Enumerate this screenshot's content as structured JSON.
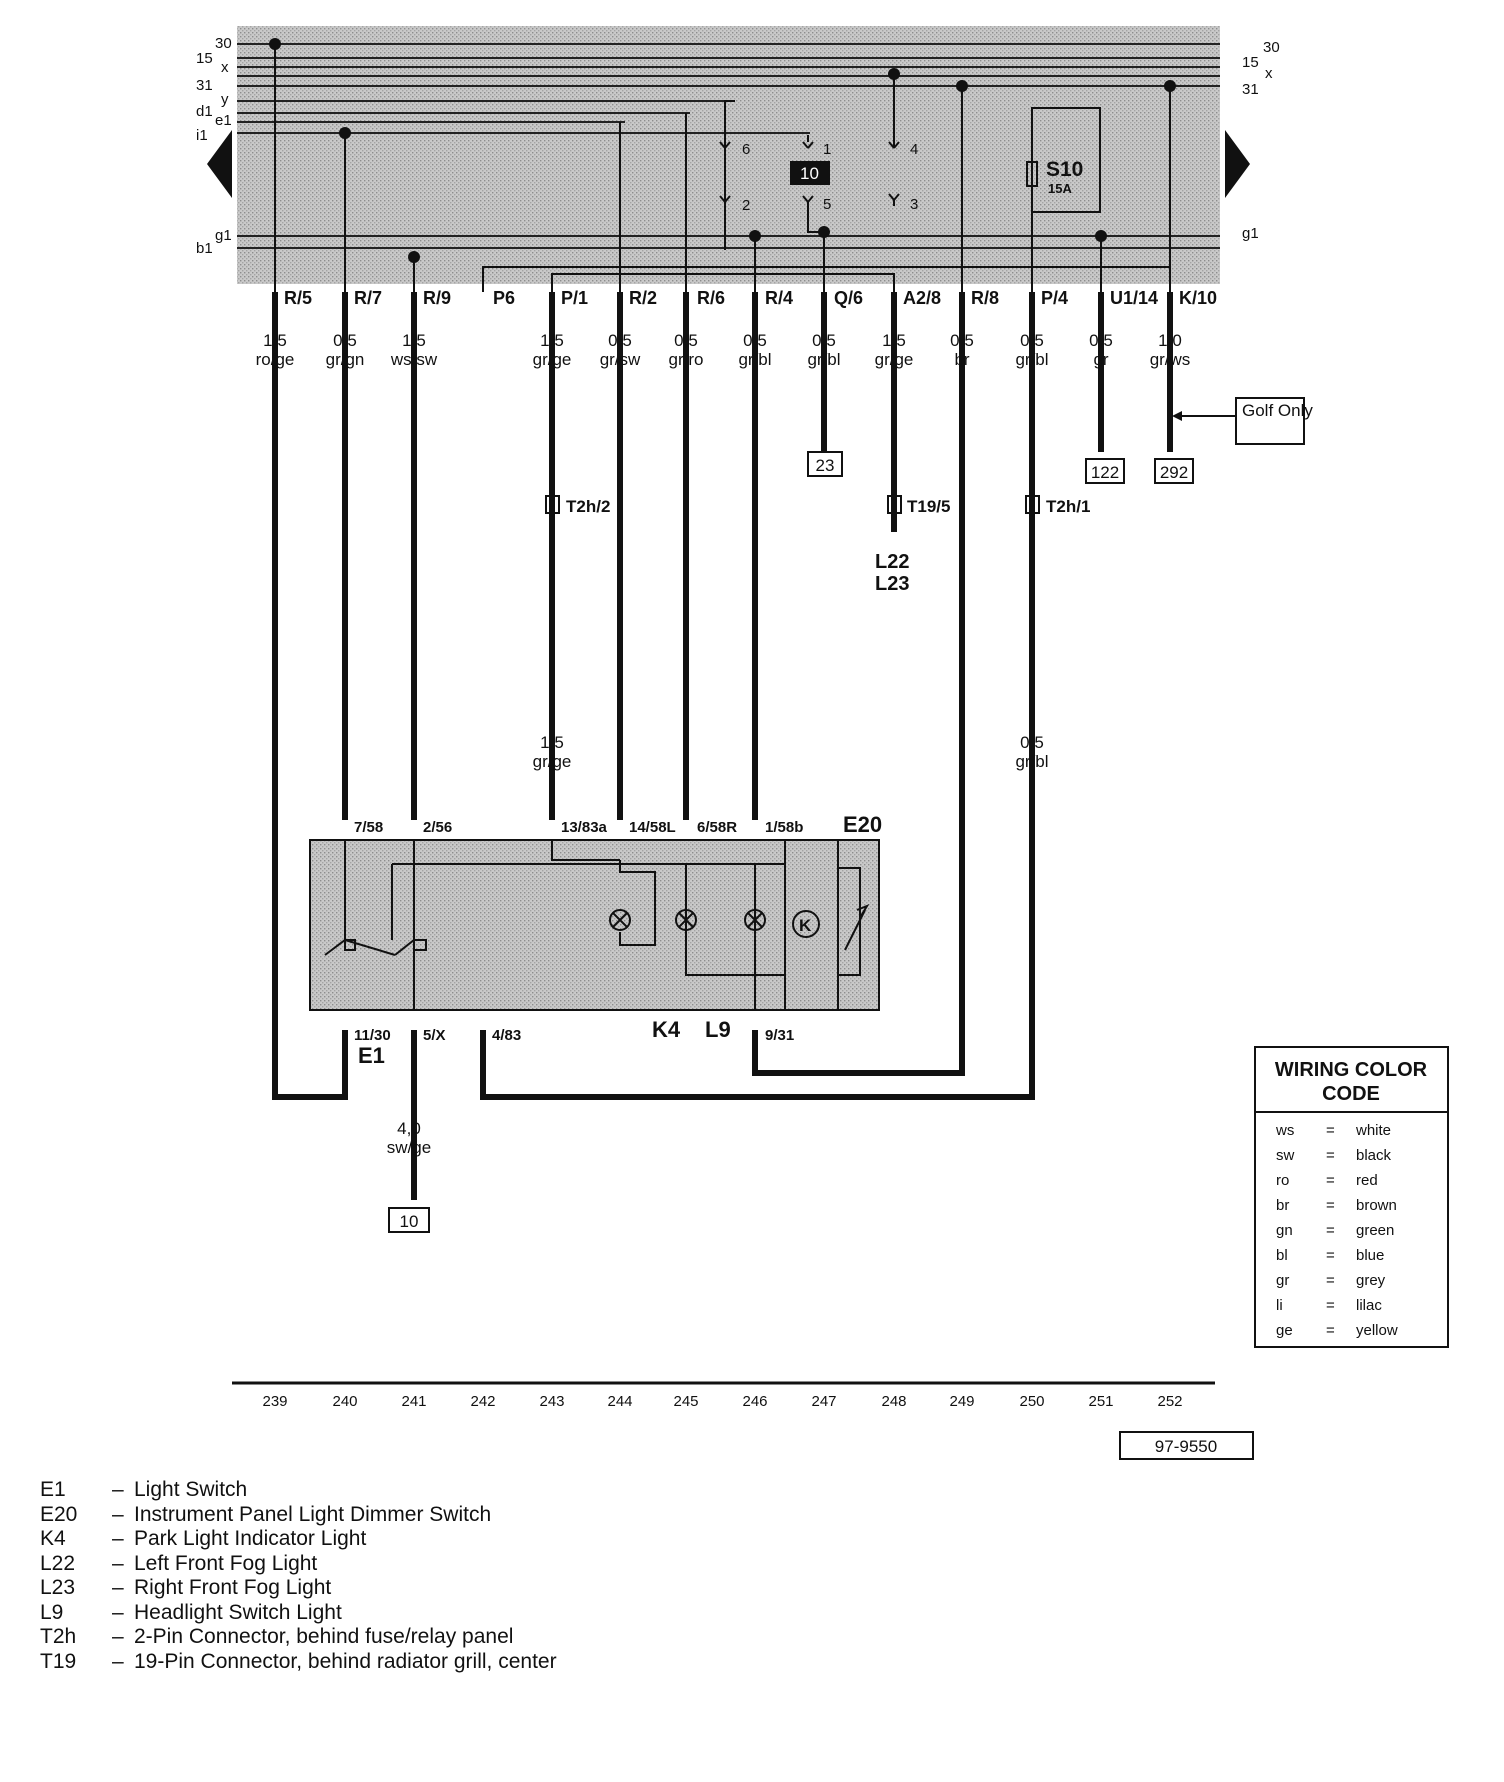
{
  "bus_labels": {
    "left": [
      "30",
      "15",
      "x",
      "31",
      "y",
      "d1",
      "e1",
      "i1",
      "g1",
      "b1"
    ],
    "right": [
      "30",
      "15",
      "x",
      "31",
      "g1"
    ]
  },
  "relay_pins": [
    "6",
    "1",
    "4",
    "2",
    "5",
    "3"
  ],
  "relay_number": "10",
  "fuse": {
    "name": "S10",
    "rating": "15A"
  },
  "terminal_labels": [
    "R/5",
    "R/7",
    "R/9",
    "P6",
    "P/1",
    "R/2",
    "R/6",
    "R/4",
    "Q/6",
    "A2/8",
    "R/8",
    "P/4",
    "U1/14",
    "K/10"
  ],
  "wire_specs": [
    {
      "size": "1,5",
      "color": "ro/ge"
    },
    {
      "size": "0,5",
      "color": "gr/gn"
    },
    {
      "size": "1,5",
      "color": "ws/sw"
    },
    {
      "size": "1,5",
      "color": "gr/ge"
    },
    {
      "size": "0,5",
      "color": "gr/sw"
    },
    {
      "size": "0,5",
      "color": "gr/ro"
    },
    {
      "size": "0,5",
      "color": "gr/bl"
    },
    {
      "size": "0,5",
      "color": "gr/bl"
    },
    {
      "size": "1,5",
      "color": "gr/ge"
    },
    {
      "size": "0,5",
      "color": "br"
    },
    {
      "size": "0,5",
      "color": "gr/bl"
    },
    {
      "size": "0,5",
      "color": "gr"
    },
    {
      "size": "1,0",
      "color": "gr/ws"
    }
  ],
  "ref_boxes": [
    "23",
    "122",
    "292",
    "10"
  ],
  "golf_note": "Golf Only",
  "connectors": [
    "T2h/2",
    "T19/5",
    "T2h/1"
  ],
  "fog_lights": [
    "L22",
    "L23"
  ],
  "mid_specs": [
    {
      "size": "1,5",
      "color": "gr/ge"
    },
    {
      "size": "0,5",
      "color": "gr/bl"
    }
  ],
  "e20": {
    "name": "E20",
    "top_pins": [
      "7/58",
      "2/56",
      "13/83a",
      "14/58L",
      "6/58R",
      "1/58b"
    ],
    "bottom_pins": [
      "11/30",
      "5/X",
      "4/83",
      "9/31"
    ],
    "inner_labels": [
      "K4",
      "L9"
    ],
    "e1_label": "E1"
  },
  "bottom_wire_spec": {
    "size": "4,0",
    "color": "sw/ge"
  },
  "color_code": {
    "title": "WIRING COLOR CODE",
    "rows": [
      {
        "abbr": "ws",
        "eq": "=",
        "name": "white"
      },
      {
        "abbr": "sw",
        "eq": "=",
        "name": "black"
      },
      {
        "abbr": "ro",
        "eq": "=",
        "name": "red"
      },
      {
        "abbr": "br",
        "eq": "=",
        "name": "brown"
      },
      {
        "abbr": "gn",
        "eq": "=",
        "name": "green"
      },
      {
        "abbr": "bl",
        "eq": "=",
        "name": "blue"
      },
      {
        "abbr": "gr",
        "eq": "=",
        "name": "grey"
      },
      {
        "abbr": "li",
        "eq": "=",
        "name": "lilac"
      },
      {
        "abbr": "ge",
        "eq": "=",
        "name": "yellow"
      }
    ]
  },
  "tracks": [
    "239",
    "240",
    "241",
    "242",
    "243",
    "244",
    "245",
    "246",
    "247",
    "248",
    "249",
    "250",
    "251",
    "252"
  ],
  "diagram_id": "97-9550",
  "legend": [
    {
      "code": "E1",
      "desc": "Light Switch"
    },
    {
      "code": "E20",
      "desc": "Instrument Panel Light Dimmer Switch"
    },
    {
      "code": "K4",
      "desc": "Park Light Indicator Light"
    },
    {
      "code": "L22",
      "desc": "Left Front Fog  Light"
    },
    {
      "code": "L23",
      "desc": "Right Front Fog Light"
    },
    {
      "code": "L9",
      "desc": "Headlight Switch Light"
    },
    {
      "code": "T2h",
      "desc": "2-Pin Connector, behind fuse/relay panel"
    },
    {
      "code": "T19",
      "desc": "19-Pin Connector, behind radiator grill, center"
    }
  ]
}
